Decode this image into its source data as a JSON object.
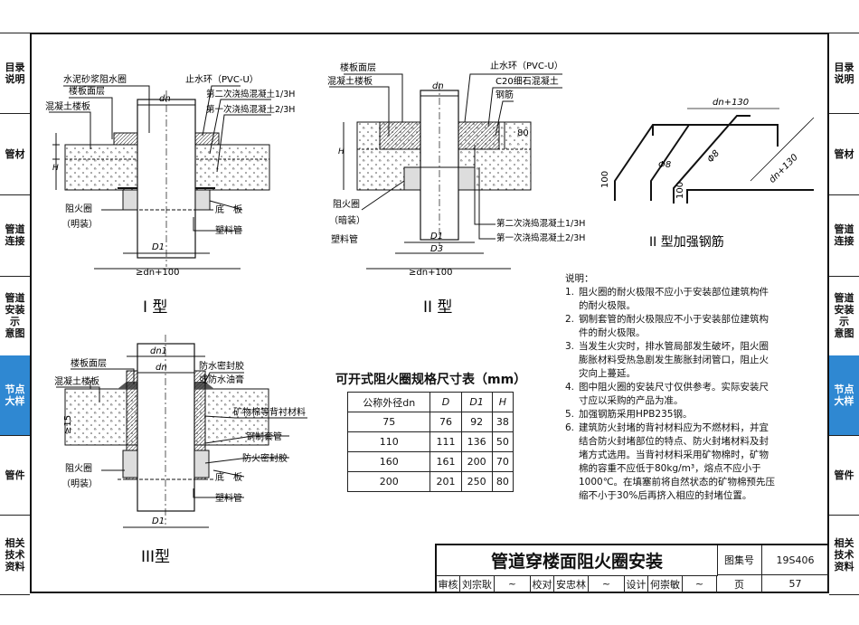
{
  "left_nav": [
    {
      "label": "目录\n说明",
      "active": false
    },
    {
      "label": "管材",
      "active": false
    },
    {
      "label": "管道\n连接",
      "active": false
    },
    {
      "label": "管道\n安装\n示\n意图",
      "active": false
    },
    {
      "label": "节点\n大样",
      "active": true
    },
    {
      "label": "管件",
      "active": false
    },
    {
      "label": "相关\n技术\n资料",
      "active": false
    }
  ],
  "diagram_labels": {
    "type1": {
      "title": "I 型",
      "cement_mortar": "水泥砂浆阻水圈",
      "floor_surface": "楼板面层",
      "concrete_slab": "混凝土楼板",
      "stop_ring": "止水环（PVC-U）",
      "second_pour": "第二次浇捣混凝土1/3H",
      "first_pour": "第一次浇捣混凝土2/3H",
      "fire_ring": "阻火圈",
      "fire_ring_note": "（明装）",
      "base_plate": "底　板",
      "plastic_pipe": "塑料管",
      "dn": "dn",
      "d1": "D1",
      "width": "≥dn+100",
      "h": "H",
      "one_third": "1/3H",
      "two_third": "2/3H"
    },
    "type2": {
      "title": "II 型",
      "floor_surface": "楼板面层",
      "concrete_slab": "混凝土楼板",
      "stop_ring": "止水环（PVC-U）",
      "fine_concrete": "C20细石混凝土",
      "rebar": "钢筋",
      "fire_ring": "阻火圈",
      "fire_ring_note": "（暗装）",
      "plastic_pipe": "塑料管",
      "second_pour": "第二次浇捣混凝土1/3H",
      "first_pour": "第一次浇捣混凝土2/3H",
      "dn": "dn",
      "d1": "D1",
      "d3": "D3",
      "width": "≥dn+100",
      "dim80": "80",
      "h": "H",
      "one_third": "1/3H",
      "two_third": "2/3H"
    },
    "type3": {
      "title": "III型",
      "floor_surface": "楼板面层",
      "concrete_slab": "混凝土楼板",
      "waterproof": "防水密封胶",
      "waterproof2": "或防水油膏",
      "mineral_wool": "矿物棉等背衬材料",
      "steel_sleeve": "钢制套管",
      "fire_sealant": "防火密封胶",
      "fire_ring": "阻火圈",
      "fire_ring_note": "（明装）",
      "base_plate": "底　板",
      "plastic_pipe": "塑料管",
      "dn1": "dn1",
      "dn": "dn",
      "d1": "D1",
      "ge15": "≥15"
    },
    "rebar": {
      "title": "II 型加强钢筋",
      "dn130_top": "dn+130",
      "dn130_side": "dn+130",
      "phi8a": "Φ8",
      "phi8b": "Φ8",
      "h100a": "100",
      "h100b": "100"
    }
  },
  "spec_table": {
    "title": "可开式阻火圈规格尺寸表（mm）",
    "headers": [
      "公称外径dn",
      "D",
      "D1",
      "H"
    ],
    "rows": [
      [
        "75",
        "76",
        "92",
        "38"
      ],
      [
        "110",
        "111",
        "136",
        "50"
      ],
      [
        "160",
        "161",
        "200",
        "70"
      ],
      [
        "200",
        "201",
        "250",
        "80"
      ]
    ]
  },
  "notes": {
    "heading": "说明：",
    "items": [
      {
        "n": "1.",
        "t": "阻火圈的耐火极限不应小于安装部位建筑构件的耐火极限。"
      },
      {
        "n": "2.",
        "t": "钢制套管的耐火极限应不小于安装部位建筑构件的耐火极限。"
      },
      {
        "n": "3.",
        "t": "当发生火灾时，排水管局部发生破坏，阻火圈膨胀材料受热急剧发生膨胀封闭管口，阻止火灾向上蔓延。"
      },
      {
        "n": "4.",
        "t": "图中阻火圈的安装尺寸仅供参考。实际安装尺寸应以采购的产品为准。"
      },
      {
        "n": "5.",
        "t": "加强钢筋采用HPB235钢。"
      },
      {
        "n": "6.",
        "t": "建筑防火封堵的背衬材料应为不燃材料，并宜结合防火封堵部位的特点、防火封堵材料及封堵方式选用。当背衬材料采用矿物棉时，矿物棉的容重不应低于80kg/m³，熔点不应小于1000℃。在填塞前将自然状态的矿物棉预先压缩不小于30%后再挤入相应的封堵位置。"
      }
    ]
  },
  "title_block": {
    "title": "管道穿楼面阻火圈安装",
    "atlas_label": "图集号",
    "atlas_no": "19S406",
    "review_label": "审核",
    "reviewer": "刘宗耿",
    "check_label": "校对",
    "checker": "安忠林",
    "design_label": "设计",
    "designer": "何崇敏",
    "page_label": "页",
    "page_no": "57"
  },
  "right_nav": [
    {
      "label": "目录\n说明",
      "active": false
    },
    {
      "label": "管材",
      "active": false
    },
    {
      "label": "管道\n连接",
      "active": false
    },
    {
      "label": "管道\n安装\n示\n意图",
      "active": false
    },
    {
      "label": "节点\n大样",
      "active": true
    },
    {
      "label": "管件",
      "active": false
    },
    {
      "label": "相关\n技术\n资料",
      "active": false
    }
  ]
}
